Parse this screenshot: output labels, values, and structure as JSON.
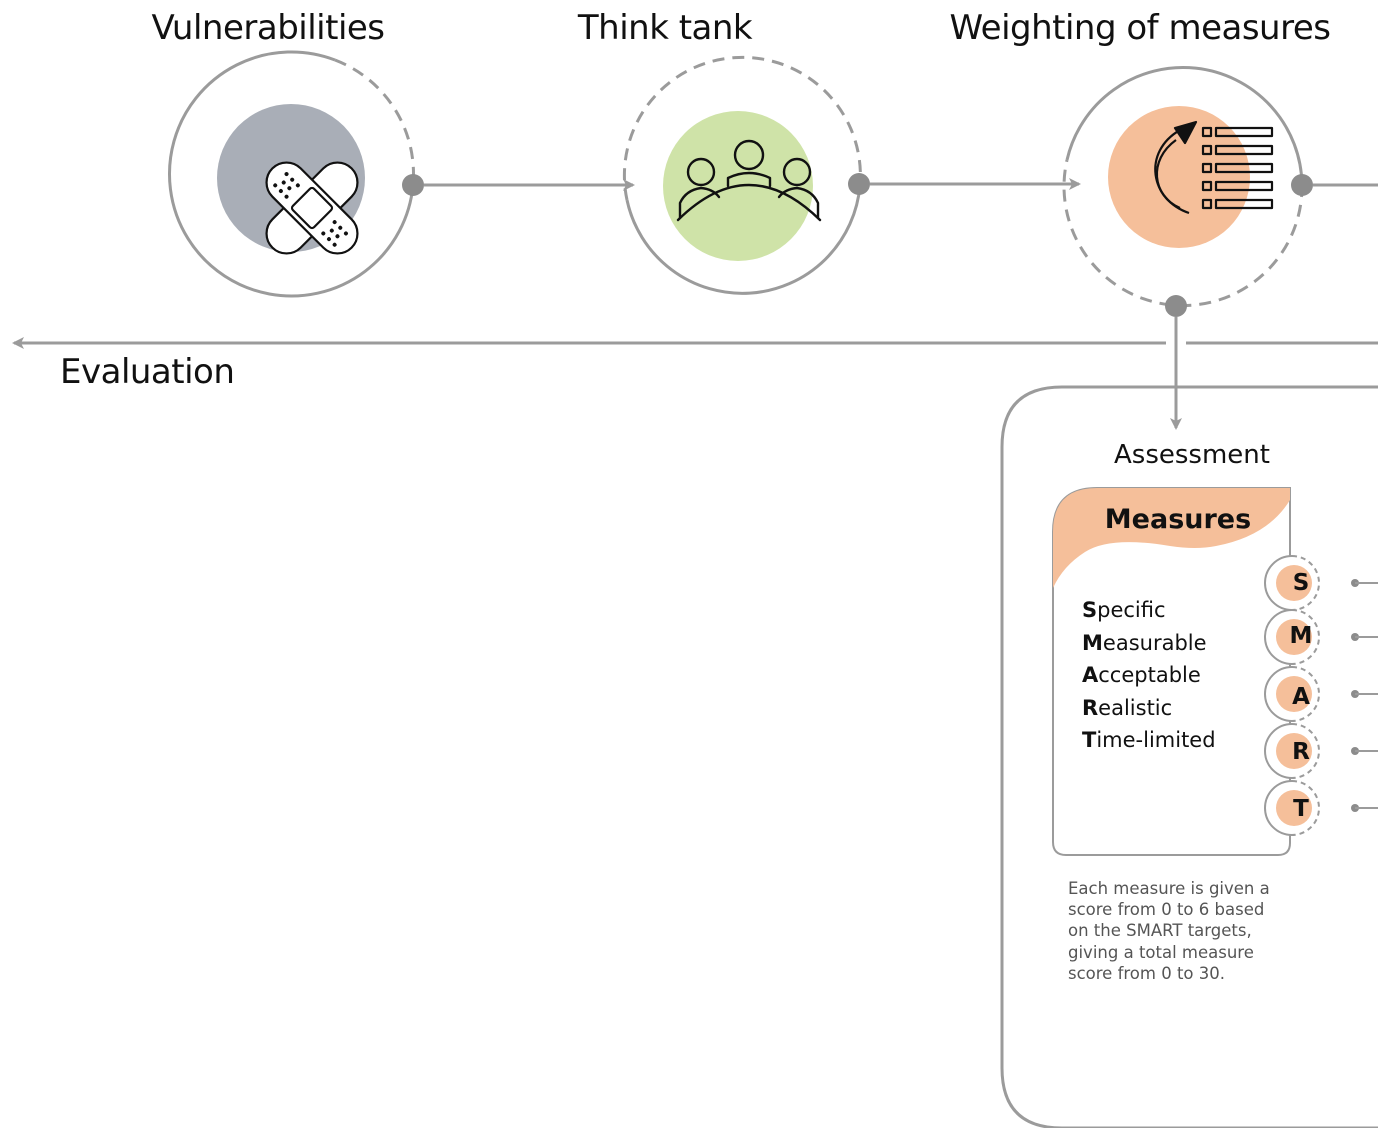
{
  "colors": {
    "line": "#9b9b9b",
    "node_dot": "#8c8c8c",
    "vulnerabilities_fill": "#a9aeb7",
    "think_tank_fill": "#cfe3a8",
    "weighting_fill": "#f5bf9a",
    "measures_fill": "#f5bf9a",
    "smart_fill": "#f5bf9a"
  },
  "stages": [
    {
      "label": "Vulnerabilities",
      "icon": "bandage-icon"
    },
    {
      "label": "Think tank",
      "icon": "meeting-group-icon"
    },
    {
      "label": "Weighting of measures",
      "icon": "ranking-list-icon"
    }
  ],
  "evaluation": {
    "label": "Evaluation"
  },
  "assessment": {
    "title": "Assessment",
    "measures_title": "Measures",
    "criteria": [
      {
        "letter": "S",
        "rest": "pecific"
      },
      {
        "letter": "M",
        "rest": "easurable"
      },
      {
        "letter": "A",
        "rest": "cceptable"
      },
      {
        "letter": "R",
        "rest": "ealistic"
      },
      {
        "letter": "T",
        "rest": "ime-limited"
      }
    ],
    "note": "Each measure is given a score from 0 to 6 based on the SMART targets, giving a total measure score from 0 to 30."
  }
}
